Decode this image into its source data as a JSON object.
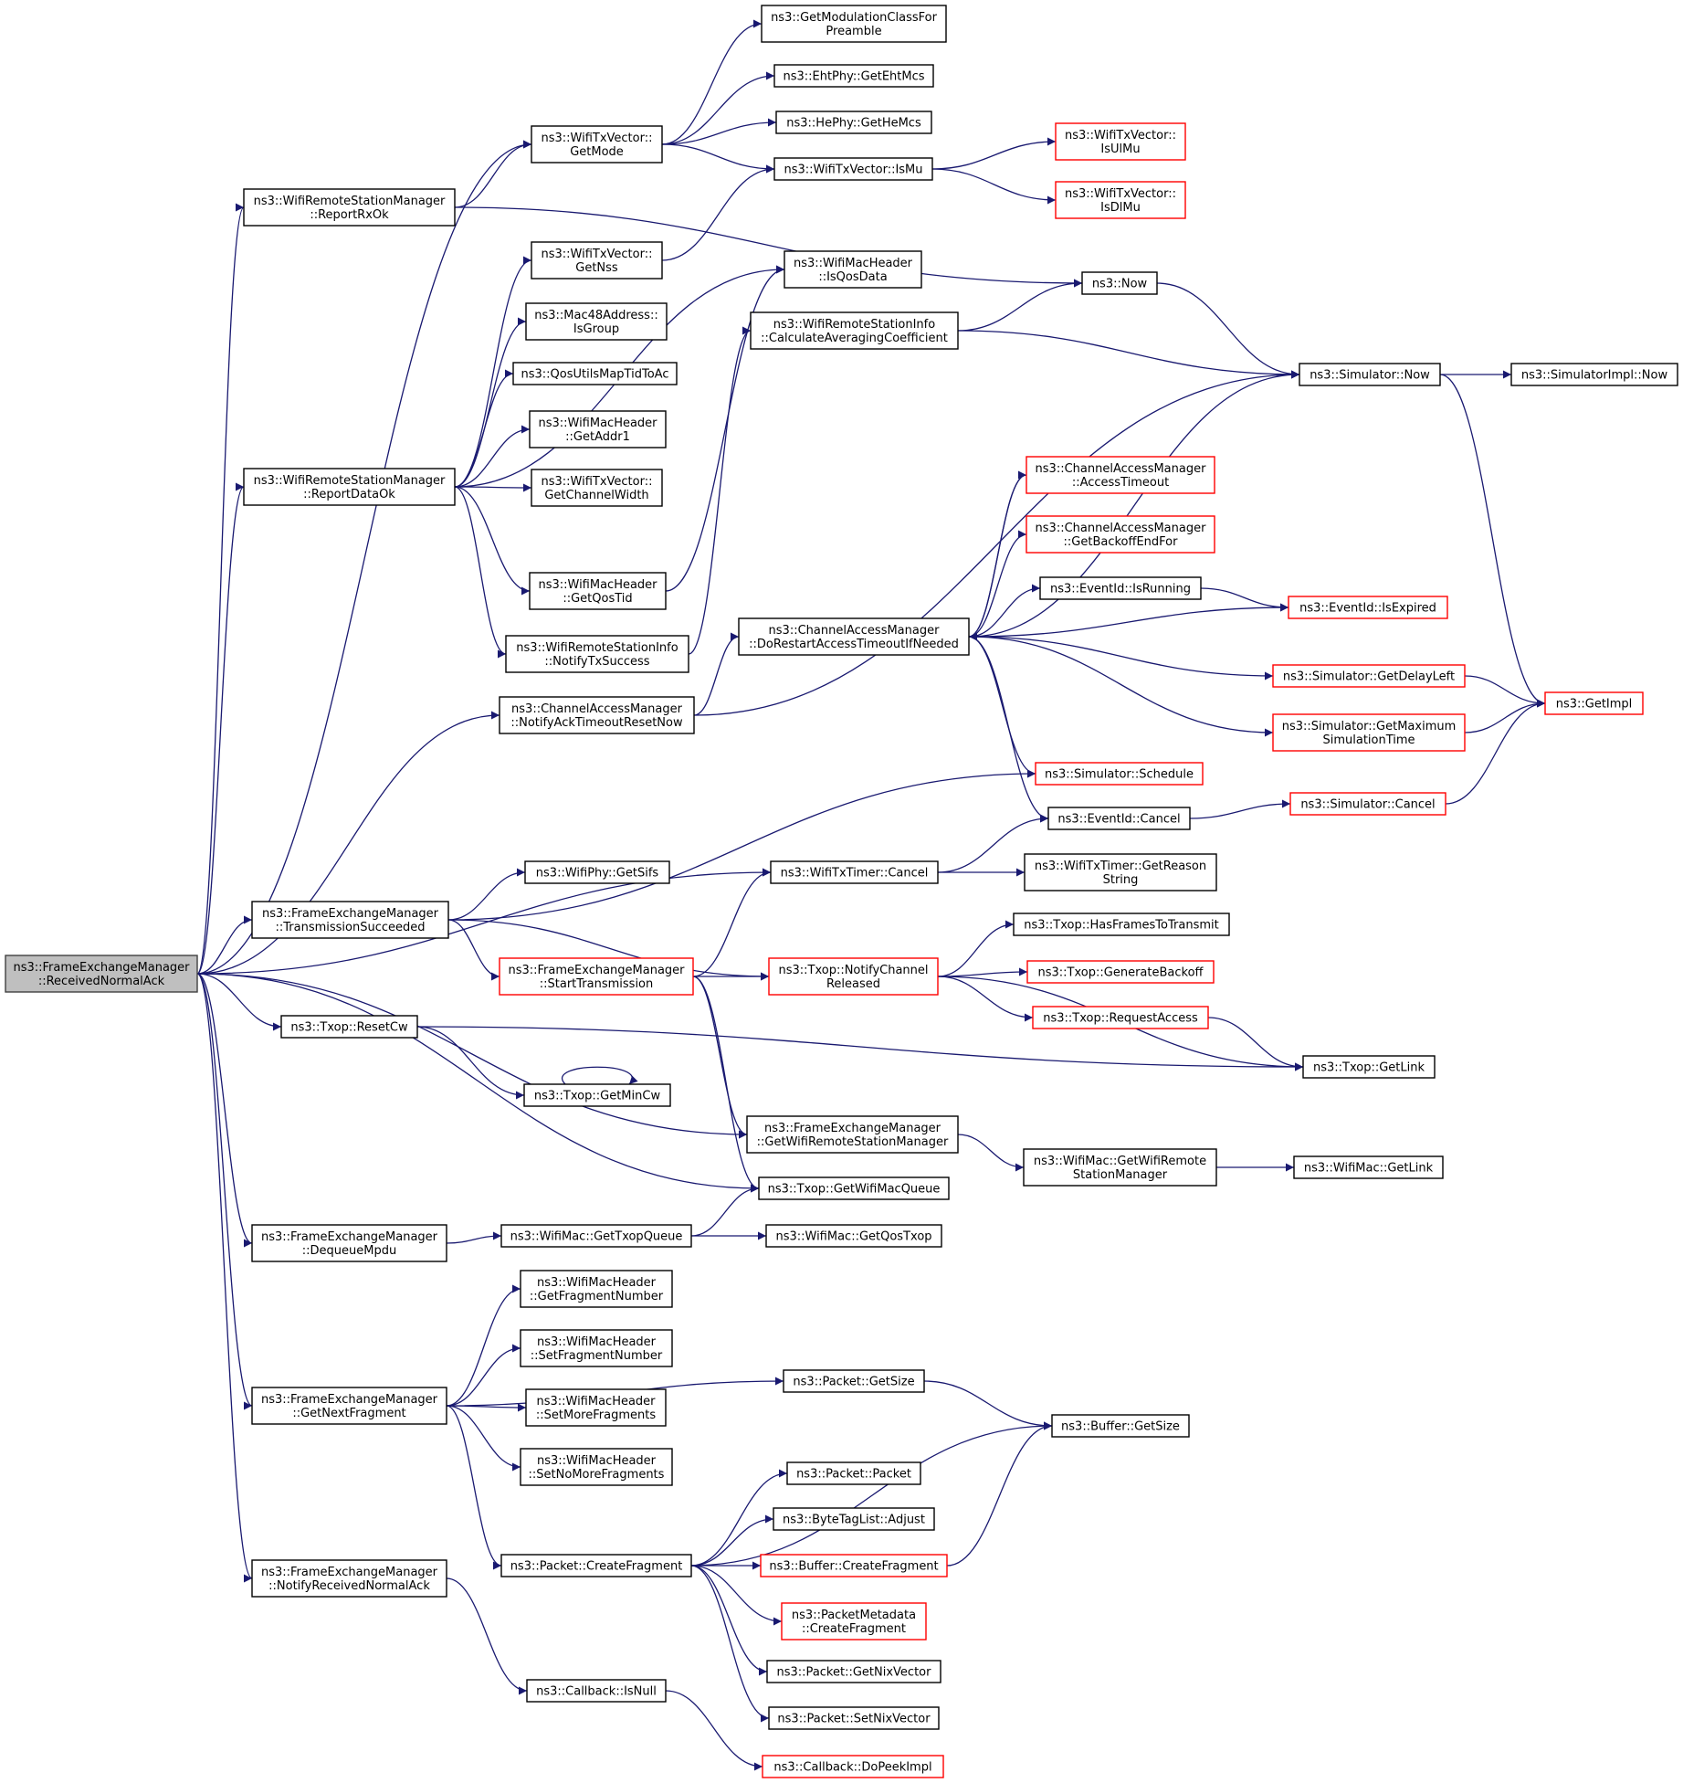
{
  "diagram": {
    "title": "",
    "nodes": [
      {
        "id": "root",
        "lines": [
          "ns3::FrameExchangeManager",
          "::ReceivedNormalAck"
        ],
        "style": "root"
      },
      {
        "id": "getModeClass",
        "lines": [
          "ns3::GetModulationClassFor",
          "Preamble"
        ],
        "style": "normal"
      },
      {
        "id": "ehtMcs",
        "lines": [
          "ns3::EhtPhy::GetEhtMcs"
        ],
        "style": "normal"
      },
      {
        "id": "heMcs",
        "lines": [
          "ns3::HePhy::GetHeMcs"
        ],
        "style": "normal"
      },
      {
        "id": "getMode",
        "lines": [
          "ns3::WifiTxVector::",
          "GetMode"
        ],
        "style": "normal"
      },
      {
        "id": "isMu",
        "lines": [
          "ns3::WifiTxVector::IsMu"
        ],
        "style": "normal"
      },
      {
        "id": "isUlMu",
        "lines": [
          "ns3::WifiTxVector::",
          "IsUlMu"
        ],
        "style": "red"
      },
      {
        "id": "isDlMu",
        "lines": [
          "ns3::WifiTxVector::",
          "IsDlMu"
        ],
        "style": "red"
      },
      {
        "id": "reportRxOk",
        "lines": [
          "ns3::WifiRemoteStationManager",
          "::ReportRxOk"
        ],
        "style": "normal"
      },
      {
        "id": "getNss",
        "lines": [
          "ns3::WifiTxVector::",
          "GetNss"
        ],
        "style": "normal"
      },
      {
        "id": "isQosData",
        "lines": [
          "ns3::WifiMacHeader",
          "::IsQosData"
        ],
        "style": "normal"
      },
      {
        "id": "now",
        "lines": [
          "ns3::Now"
        ],
        "style": "normal"
      },
      {
        "id": "isGroup",
        "lines": [
          "ns3::Mac48Address::",
          "IsGroup"
        ],
        "style": "normal"
      },
      {
        "id": "calcAvg",
        "lines": [
          "ns3::WifiRemoteStationInfo",
          "::CalculateAveragingCoefficient"
        ],
        "style": "normal"
      },
      {
        "id": "simNow",
        "lines": [
          "ns3::Simulator::Now"
        ],
        "style": "normal"
      },
      {
        "id": "simImplNow",
        "lines": [
          "ns3::SimulatorImpl::Now"
        ],
        "style": "normal"
      },
      {
        "id": "qosMap",
        "lines": [
          "ns3::QosUtilsMapTidToAc"
        ],
        "style": "normal"
      },
      {
        "id": "getAddr1",
        "lines": [
          "ns3::WifiMacHeader",
          "::GetAddr1"
        ],
        "style": "normal"
      },
      {
        "id": "accessTimeout",
        "lines": [
          "ns3::ChannelAccessManager",
          "::AccessTimeout"
        ],
        "style": "red"
      },
      {
        "id": "reportDataOk",
        "lines": [
          "ns3::WifiRemoteStationManager",
          "::ReportDataOk"
        ],
        "style": "normal"
      },
      {
        "id": "getChWidth",
        "lines": [
          "ns3::WifiTxVector::",
          "GetChannelWidth"
        ],
        "style": "normal"
      },
      {
        "id": "getBackoffEnd",
        "lines": [
          "ns3::ChannelAccessManager",
          "::GetBackoffEndFor"
        ],
        "style": "red"
      },
      {
        "id": "getQosTid",
        "lines": [
          "ns3::WifiMacHeader",
          "::GetQosTid"
        ],
        "style": "normal"
      },
      {
        "id": "isRunning",
        "lines": [
          "ns3::EventId::IsRunning"
        ],
        "style": "normal"
      },
      {
        "id": "isExpired",
        "lines": [
          "ns3::EventId::IsExpired"
        ],
        "style": "red"
      },
      {
        "id": "doRestart",
        "lines": [
          "ns3::ChannelAccessManager",
          "::DoRestartAccessTimeoutIfNeeded"
        ],
        "style": "normal"
      },
      {
        "id": "notifyTxSuccess",
        "lines": [
          "ns3::WifiRemoteStationInfo",
          "::NotifyTxSuccess"
        ],
        "style": "normal"
      },
      {
        "id": "getDelayLeft",
        "lines": [
          "ns3::Simulator::GetDelayLeft"
        ],
        "style": "red"
      },
      {
        "id": "notifyAckTimeout",
        "lines": [
          "ns3::ChannelAccessManager",
          "::NotifyAckTimeoutResetNow"
        ],
        "style": "normal"
      },
      {
        "id": "getImpl",
        "lines": [
          "ns3::GetImpl"
        ],
        "style": "red"
      },
      {
        "id": "getMaxSim",
        "lines": [
          "ns3::Simulator::GetMaximum",
          "SimulationTime"
        ],
        "style": "red"
      },
      {
        "id": "schedule",
        "lines": [
          "ns3::Simulator::Schedule"
        ],
        "style": "red"
      },
      {
        "id": "eventCancel",
        "lines": [
          "ns3::EventId::Cancel"
        ],
        "style": "normal"
      },
      {
        "id": "simCancel",
        "lines": [
          "ns3::Simulator::Cancel"
        ],
        "style": "red"
      },
      {
        "id": "getSifs",
        "lines": [
          "ns3::WifiPhy::GetSifs"
        ],
        "style": "normal"
      },
      {
        "id": "txTimerCancel",
        "lines": [
          "ns3::WifiTxTimer::Cancel"
        ],
        "style": "normal"
      },
      {
        "id": "getReason",
        "lines": [
          "ns3::WifiTxTimer::GetReason",
          "String"
        ],
        "style": "normal"
      },
      {
        "id": "txSucceeded",
        "lines": [
          "ns3::FrameExchangeManager",
          "::TransmissionSucceeded"
        ],
        "style": "normal"
      },
      {
        "id": "hasFrames",
        "lines": [
          "ns3::Txop::HasFramesToTransmit"
        ],
        "style": "normal"
      },
      {
        "id": "startTx",
        "lines": [
          "ns3::FrameExchangeManager",
          "::StartTransmission"
        ],
        "style": "red"
      },
      {
        "id": "notifyChReleased",
        "lines": [
          "ns3::Txop::NotifyChannel",
          "Released"
        ],
        "style": "red"
      },
      {
        "id": "genBackoff",
        "lines": [
          "ns3::Txop::GenerateBackoff"
        ],
        "style": "red"
      },
      {
        "id": "requestAccess",
        "lines": [
          "ns3::Txop::RequestAccess"
        ],
        "style": "red"
      },
      {
        "id": "resetCw",
        "lines": [
          "ns3::Txop::ResetCw"
        ],
        "style": "normal"
      },
      {
        "id": "getLink",
        "lines": [
          "ns3::Txop::GetLink"
        ],
        "style": "normal"
      },
      {
        "id": "getMinCw",
        "lines": [
          "ns3::Txop::GetMinCw"
        ],
        "style": "normal"
      },
      {
        "id": "getWrsm",
        "lines": [
          "ns3::FrameExchangeManager",
          "::GetWifiRemoteStationManager"
        ],
        "style": "normal"
      },
      {
        "id": "macGetWrsm",
        "lines": [
          "ns3::WifiMac::GetWifiRemote",
          "StationManager"
        ],
        "style": "normal"
      },
      {
        "id": "macGetLink",
        "lines": [
          "ns3::WifiMac::GetLink"
        ],
        "style": "normal"
      },
      {
        "id": "getWifiMacQueue",
        "lines": [
          "ns3::Txop::GetWifiMacQueue"
        ],
        "style": "normal"
      },
      {
        "id": "dequeueMpdu",
        "lines": [
          "ns3::FrameExchangeManager",
          "::DequeueMpdu"
        ],
        "style": "normal"
      },
      {
        "id": "getTxopQueue",
        "lines": [
          "ns3::WifiMac::GetTxopQueue"
        ],
        "style": "normal"
      },
      {
        "id": "getQosTxop",
        "lines": [
          "ns3::WifiMac::GetQosTxop"
        ],
        "style": "normal"
      },
      {
        "id": "getFragNum",
        "lines": [
          "ns3::WifiMacHeader",
          "::GetFragmentNumber"
        ],
        "style": "normal"
      },
      {
        "id": "setFragNum",
        "lines": [
          "ns3::WifiMacHeader",
          "::SetFragmentNumber"
        ],
        "style": "normal"
      },
      {
        "id": "getNextFrag",
        "lines": [
          "ns3::FrameExchangeManager",
          "::GetNextFragment"
        ],
        "style": "normal"
      },
      {
        "id": "setMoreFrag",
        "lines": [
          "ns3::WifiMacHeader",
          "::SetMoreFragments"
        ],
        "style": "normal"
      },
      {
        "id": "setNoMoreFrag",
        "lines": [
          "ns3::WifiMacHeader",
          "::SetNoMoreFragments"
        ],
        "style": "normal"
      },
      {
        "id": "pktGetSize",
        "lines": [
          "ns3::Packet::GetSize"
        ],
        "style": "normal"
      },
      {
        "id": "bufGetSize",
        "lines": [
          "ns3::Buffer::GetSize"
        ],
        "style": "normal"
      },
      {
        "id": "pktPacket",
        "lines": [
          "ns3::Packet::Packet"
        ],
        "style": "normal"
      },
      {
        "id": "byteTagAdjust",
        "lines": [
          "ns3::ByteTagList::Adjust"
        ],
        "style": "normal"
      },
      {
        "id": "pktCreateFrag",
        "lines": [
          "ns3::Packet::CreateFragment"
        ],
        "style": "normal"
      },
      {
        "id": "bufCreateFrag",
        "lines": [
          "ns3::Buffer::CreateFragment"
        ],
        "style": "red"
      },
      {
        "id": "notifyRecvAck",
        "lines": [
          "ns3::FrameExchangeManager",
          "::NotifyReceivedNormalAck"
        ],
        "style": "normal"
      },
      {
        "id": "metaCreateFrag",
        "lines": [
          "ns3::PacketMetadata",
          "::CreateFragment"
        ],
        "style": "red"
      },
      {
        "id": "getNix",
        "lines": [
          "ns3::Packet::GetNixVector"
        ],
        "style": "normal"
      },
      {
        "id": "cbIsNull",
        "lines": [
          "ns3::Callback::IsNull"
        ],
        "style": "normal"
      },
      {
        "id": "setNix",
        "lines": [
          "ns3::Packet::SetNixVector"
        ],
        "style": "normal"
      },
      {
        "id": "doPeek",
        "lines": [
          "ns3::Callback::DoPeekImpl"
        ],
        "style": "red"
      }
    ],
    "edges": [
      [
        "root",
        "getMode"
      ],
      [
        "root",
        "reportRxOk"
      ],
      [
        "root",
        "reportDataOk"
      ],
      [
        "root",
        "notifyAckTimeout"
      ],
      [
        "root",
        "txTimerCancel"
      ],
      [
        "root",
        "txSucceeded"
      ],
      [
        "root",
        "resetCw"
      ],
      [
        "root",
        "getWrsm"
      ],
      [
        "root",
        "getWifiMacQueue"
      ],
      [
        "root",
        "dequeueMpdu"
      ],
      [
        "root",
        "getNextFrag"
      ],
      [
        "root",
        "notifyRecvAck"
      ],
      [
        "getMode",
        "getModeClass"
      ],
      [
        "getMode",
        "ehtMcs"
      ],
      [
        "getMode",
        "heMcs"
      ],
      [
        "getMode",
        "isMu"
      ],
      [
        "isMu",
        "isUlMu"
      ],
      [
        "isMu",
        "isDlMu"
      ],
      [
        "reportRxOk",
        "getMode"
      ],
      [
        "reportRxOk",
        "now"
      ],
      [
        "getNss",
        "isMu"
      ],
      [
        "now",
        "simNow"
      ],
      [
        "simNow",
        "simImplNow"
      ],
      [
        "simNow",
        "getImpl"
      ],
      [
        "calcAvg",
        "now"
      ],
      [
        "calcAvg",
        "simNow"
      ],
      [
        "reportDataOk",
        "getNss"
      ],
      [
        "reportDataOk",
        "isGroup"
      ],
      [
        "reportDataOk",
        "qosMap"
      ],
      [
        "reportDataOk",
        "getAddr1"
      ],
      [
        "reportDataOk",
        "getChWidth"
      ],
      [
        "reportDataOk",
        "isQosData"
      ],
      [
        "reportDataOk",
        "getQosTid"
      ],
      [
        "reportDataOk",
        "notifyTxSuccess"
      ],
      [
        "getQosTid",
        "isQosData"
      ],
      [
        "notifyTxSuccess",
        "calcAvg"
      ],
      [
        "notifyAckTimeout",
        "simNow"
      ],
      [
        "notifyAckTimeout",
        "doRestart"
      ],
      [
        "doRestart",
        "simNow"
      ],
      [
        "doRestart",
        "accessTimeout"
      ],
      [
        "doRestart",
        "getBackoffEnd"
      ],
      [
        "doRestart",
        "isRunning"
      ],
      [
        "doRestart",
        "isExpired"
      ],
      [
        "doRestart",
        "getDelayLeft"
      ],
      [
        "doRestart",
        "getMaxSim"
      ],
      [
        "doRestart",
        "schedule"
      ],
      [
        "doRestart",
        "eventCancel"
      ],
      [
        "accessTimeout",
        "doRestart"
      ],
      [
        "isRunning",
        "isExpired"
      ],
      [
        "getDelayLeft",
        "getImpl"
      ],
      [
        "getMaxSim",
        "getImpl"
      ],
      [
        "eventCancel",
        "simCancel"
      ],
      [
        "simCancel",
        "getImpl"
      ],
      [
        "txTimerCancel",
        "eventCancel"
      ],
      [
        "txTimerCancel",
        "getReason"
      ],
      [
        "txSucceeded",
        "schedule"
      ],
      [
        "txSucceeded",
        "getSifs"
      ],
      [
        "txSucceeded",
        "startTx"
      ],
      [
        "txSucceeded",
        "notifyChReleased"
      ],
      [
        "startTx",
        "txTimerCancel"
      ],
      [
        "startTx",
        "notifyChReleased"
      ],
      [
        "startTx",
        "getWrsm"
      ],
      [
        "startTx",
        "getWifiMacQueue"
      ],
      [
        "notifyChReleased",
        "hasFrames"
      ],
      [
        "notifyChReleased",
        "genBackoff"
      ],
      [
        "notifyChReleased",
        "requestAccess"
      ],
      [
        "notifyChReleased",
        "getLink"
      ],
      [
        "requestAccess",
        "getLink"
      ],
      [
        "resetCw",
        "getLink"
      ],
      [
        "resetCw",
        "getMinCw"
      ],
      [
        "getMinCw",
        "getMinCw"
      ],
      [
        "getWrsm",
        "macGetWrsm"
      ],
      [
        "macGetWrsm",
        "macGetLink"
      ],
      [
        "dequeueMpdu",
        "getTxopQueue"
      ],
      [
        "getTxopQueue",
        "getWifiMacQueue"
      ],
      [
        "getTxopQueue",
        "getQosTxop"
      ],
      [
        "getNextFrag",
        "getFragNum"
      ],
      [
        "getNextFrag",
        "setFragNum"
      ],
      [
        "getNextFrag",
        "setMoreFrag"
      ],
      [
        "getNextFrag",
        "setNoMoreFrag"
      ],
      [
        "getNextFrag",
        "pktGetSize"
      ],
      [
        "getNextFrag",
        "pktCreateFrag"
      ],
      [
        "pktGetSize",
        "bufGetSize"
      ],
      [
        "pktCreateFrag",
        "bufGetSize"
      ],
      [
        "pktCreateFrag",
        "pktPacket"
      ],
      [
        "pktCreateFrag",
        "byteTagAdjust"
      ],
      [
        "pktCreateFrag",
        "bufCreateFrag"
      ],
      [
        "pktCreateFrag",
        "metaCreateFrag"
      ],
      [
        "pktCreateFrag",
        "getNix"
      ],
      [
        "pktCreateFrag",
        "setNix"
      ],
      [
        "bufCreateFrag",
        "bufGetSize"
      ],
      [
        "notifyRecvAck",
        "cbIsNull"
      ],
      [
        "cbIsNull",
        "doPeek"
      ]
    ]
  }
}
